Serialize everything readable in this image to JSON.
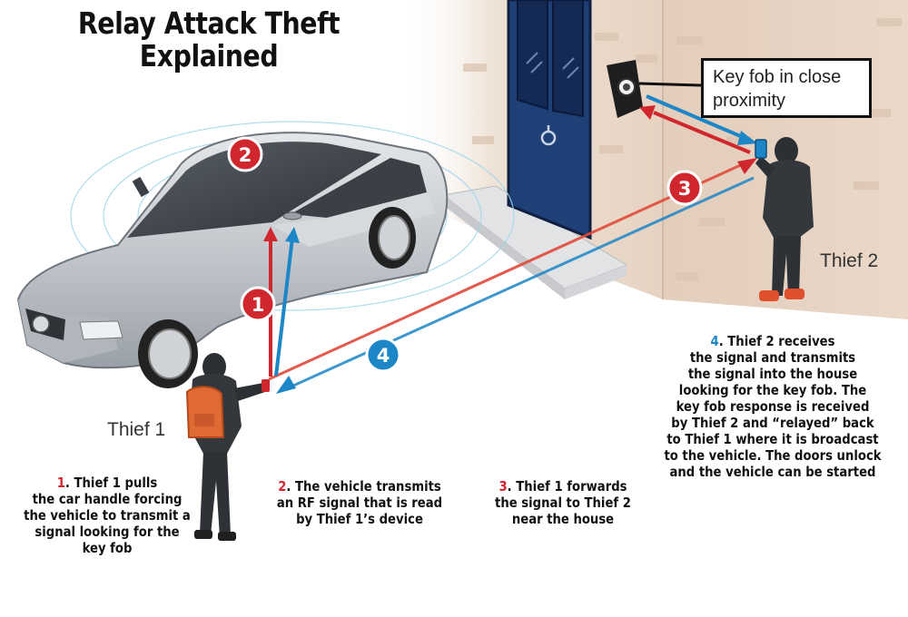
{
  "title": {
    "line1": "Relay Attack Theft",
    "line2": "Explained"
  },
  "callout": {
    "line1": "Key fob in close",
    "line2": "proximity"
  },
  "labels": {
    "thief1": "Thief 1",
    "thief2": "Thief 2"
  },
  "badges": [
    "1",
    "2",
    "3",
    "4"
  ],
  "steps": [
    {
      "number": "1",
      "lines": [
        "Thief 1 pulls",
        "the car handle forcing",
        "the vehicle to transmit a",
        "signal looking for the",
        "key fob"
      ]
    },
    {
      "number": "2",
      "lines": [
        "The vehicle transmits",
        "an RF signal that is read",
        "by Thief 1’s device"
      ]
    },
    {
      "number": "3",
      "lines": [
        "Thief 1 forwards",
        "the signal to Thief 2",
        "near the house"
      ]
    },
    {
      "number": "4",
      "lines": [
        "Thief 2 receives",
        "the signal and transmits",
        "the signal into the house",
        "looking for the key fob. The",
        "key fob response is received",
        "by Thief 2 and “relayed” back",
        "to Thief 1 where it is broadcast",
        "to the vehicle. The doors unlock",
        "and the vehicle can be started"
      ]
    }
  ],
  "colors": {
    "red": "#d0262e",
    "blue": "#1d86c6",
    "car_silver": "#c9ccd0",
    "wall": "#e8d6c6",
    "door": "#1f3f77"
  },
  "icons": [
    "car-illustration",
    "house-illustration",
    "door-illustration",
    "thief-1-figure",
    "thief-2-figure",
    "key-fob-icon",
    "signal-waves"
  ]
}
